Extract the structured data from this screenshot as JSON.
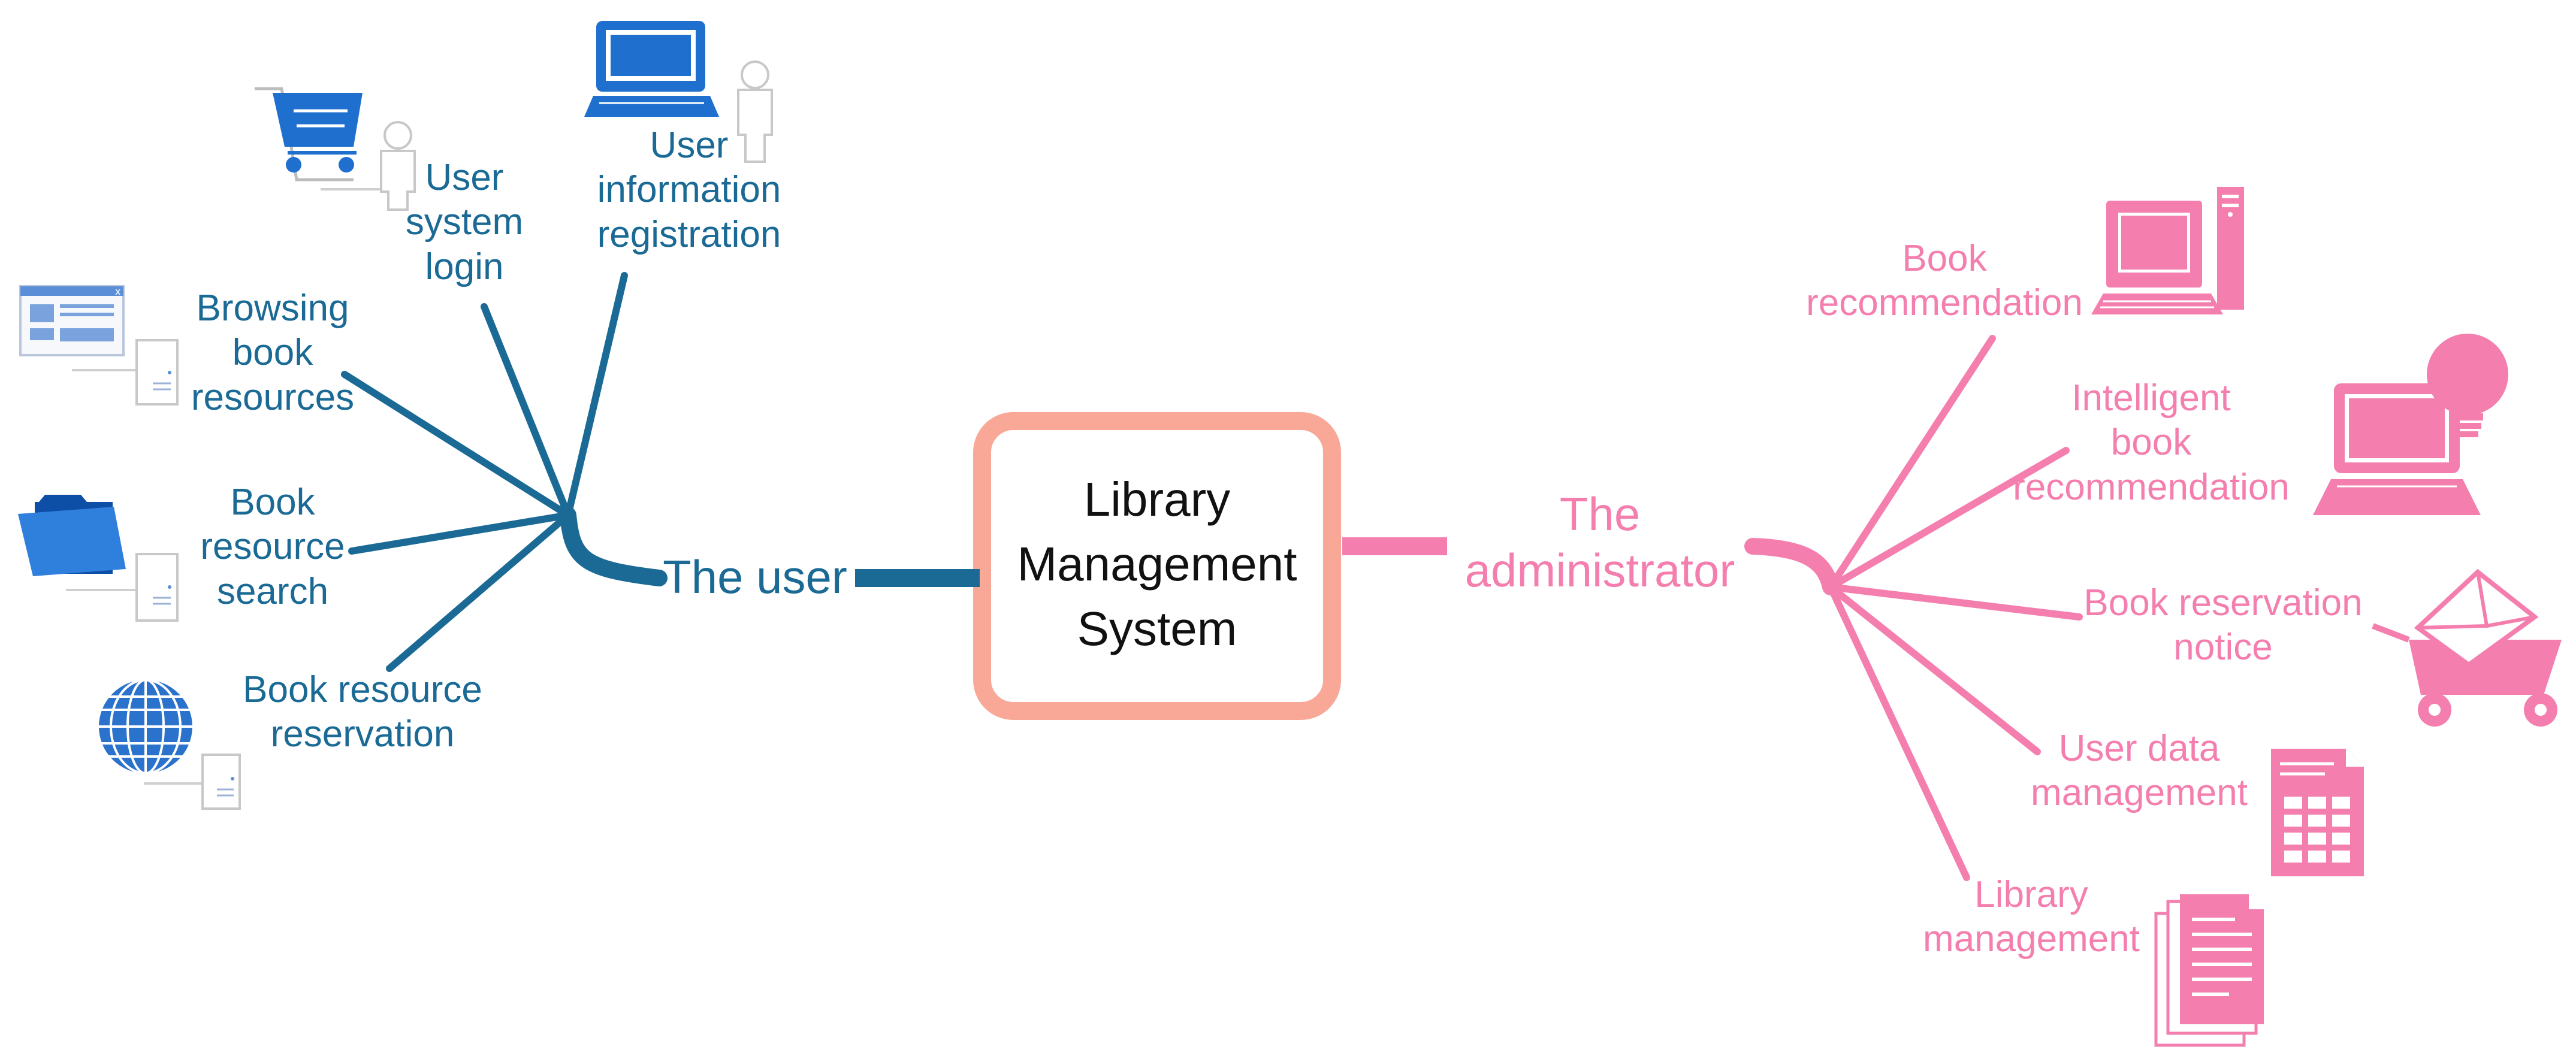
{
  "center": {
    "lines": [
      "Library",
      "Management",
      "System"
    ]
  },
  "user_branch": {
    "hub_label": "The user",
    "items": [
      {
        "id": "user-system-login",
        "lines": [
          "User",
          "system",
          "login"
        ],
        "icon": "shopping-cart-icon"
      },
      {
        "id": "user-information-registration",
        "lines": [
          "User",
          "information",
          "registration"
        ],
        "icon": "laptop-icon"
      },
      {
        "id": "browsing-book-resources",
        "lines": [
          "Browsing",
          "book",
          "resources"
        ],
        "icon": "browser-window-icon"
      },
      {
        "id": "book-resource-search",
        "lines": [
          "Book",
          "resource",
          "search"
        ],
        "icon": "folder-icon"
      },
      {
        "id": "book-resource-reservation",
        "lines": [
          "Book resource",
          "reservation"
        ],
        "icon": "globe-icon"
      }
    ]
  },
  "admin_branch": {
    "hub_label": [
      "The",
      "administrator"
    ],
    "items": [
      {
        "id": "book-recommendation",
        "lines": [
          "Book",
          "recommendation"
        ],
        "icon": "desktop-computer-icon"
      },
      {
        "id": "intelligent-book-recommendation",
        "lines": [
          "Intelligent",
          "book",
          "recommendation"
        ],
        "icon": "laptop-lightbulb-icon"
      },
      {
        "id": "book-reservation-notice",
        "lines": [
          "Book reservation",
          "notice"
        ],
        "icon": "mail-cart-icon"
      },
      {
        "id": "user-data-management",
        "lines": [
          "User data",
          "management"
        ],
        "icon": "spreadsheet-icon"
      },
      {
        "id": "library-management",
        "lines": [
          "Library",
          "management"
        ],
        "icon": "documents-icon"
      }
    ]
  },
  "colors": {
    "user": "#1a6a95",
    "user_icon": "#1f6fcf",
    "admin": "#f47faf",
    "center_border": "#f9a898",
    "person_outline": "#c8c8c8"
  }
}
